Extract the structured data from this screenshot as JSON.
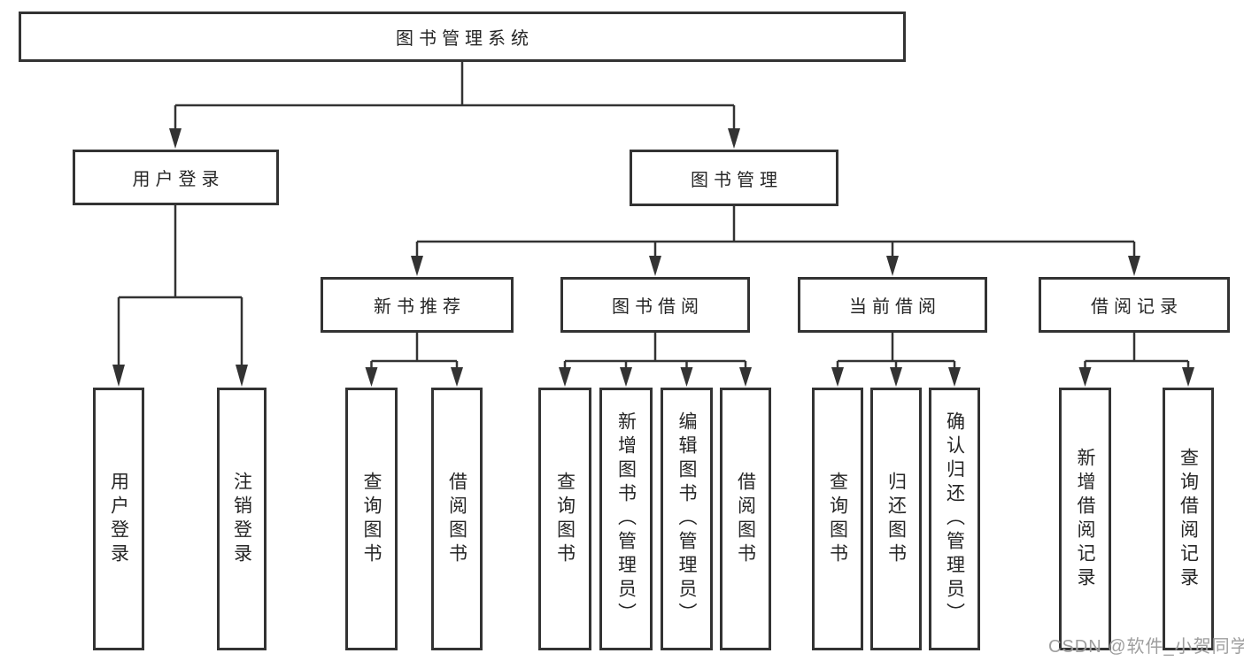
{
  "tree": {
    "label": "图书管理系统",
    "children": [
      {
        "label": "用户登录",
        "children": [
          {
            "label": "用户登录"
          },
          {
            "label": "注销登录"
          }
        ]
      },
      {
        "label": "图书管理",
        "children": [
          {
            "label": "新书推荐",
            "children": [
              {
                "label": "查询图书"
              },
              {
                "label": "借阅图书"
              }
            ]
          },
          {
            "label": "图书借阅",
            "children": [
              {
                "label": "查询图书"
              },
              {
                "label": "新增图书（管理员）"
              },
              {
                "label": "编辑图书（管理员）"
              },
              {
                "label": "借阅图书"
              }
            ]
          },
          {
            "label": "当前借阅",
            "children": [
              {
                "label": "查询图书"
              },
              {
                "label": "归还图书"
              },
              {
                "label": "确认归还（管理员）"
              }
            ]
          },
          {
            "label": "借阅记录",
            "children": [
              {
                "label": "新增借阅记录"
              },
              {
                "label": "查询借阅记录"
              }
            ]
          }
        ]
      }
    ]
  },
  "watermark": {
    "text": "CSDN @软件_小贺同学"
  },
  "colors": {
    "line": "#333333",
    "text": "#262626",
    "box_background": "#ffffff",
    "watermark_gray": "#969696"
  }
}
